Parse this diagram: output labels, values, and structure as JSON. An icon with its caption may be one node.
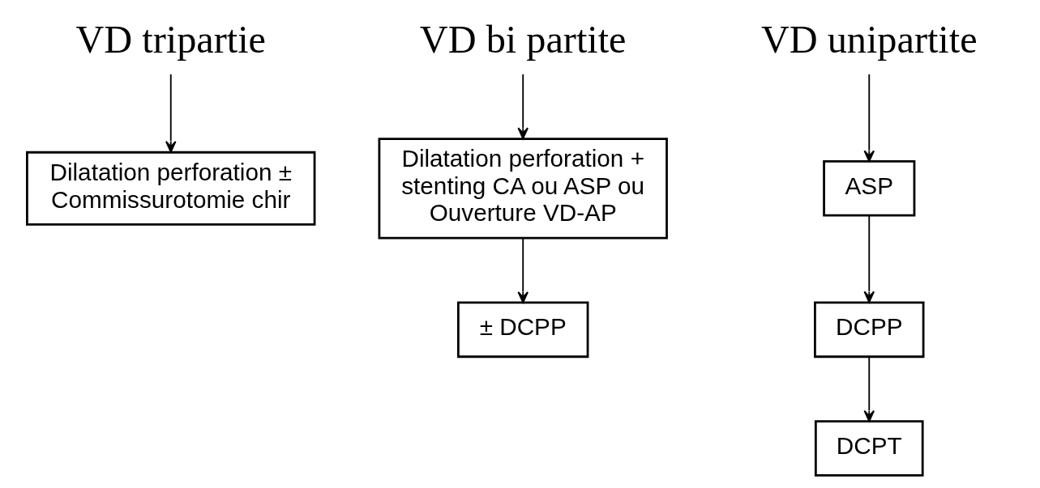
{
  "diagram": {
    "nodes": [
      {
        "text": [
          "VD tripartie"
        ]
      },
      {
        "text": [
          "VD bi partite"
        ]
      },
      {
        "text": [
          "VD unipartite"
        ]
      },
      {
        "text": [
          "Dilatation perforation ± Commissurotomie chir"
        ]
      },
      {
        "text": [
          "Dilatation perforation + stenting CA ou ASP ou Ouverture VD-AP"
        ]
      },
      {
        "text": [
          "± DCPP"
        ]
      },
      {
        "text": [
          "ASP"
        ]
      },
      {
        "text": [
          "DCPP"
        ]
      },
      {
        "text": [
          "DCPT"
        ]
      }
    ],
    "edges": [
      {
        "from": 0,
        "to": 3,
        "arrow": "to"
      },
      {
        "from": 1,
        "to": 4,
        "arrow": "to"
      },
      {
        "from": 4,
        "to": 5,
        "arrow": "to"
      },
      {
        "from": 2,
        "to": 6,
        "arrow": "to"
      },
      {
        "from": 6,
        "to": 7,
        "arrow": "to"
      },
      {
        "from": 7,
        "to": 8,
        "arrow": "to"
      }
    ]
  }
}
